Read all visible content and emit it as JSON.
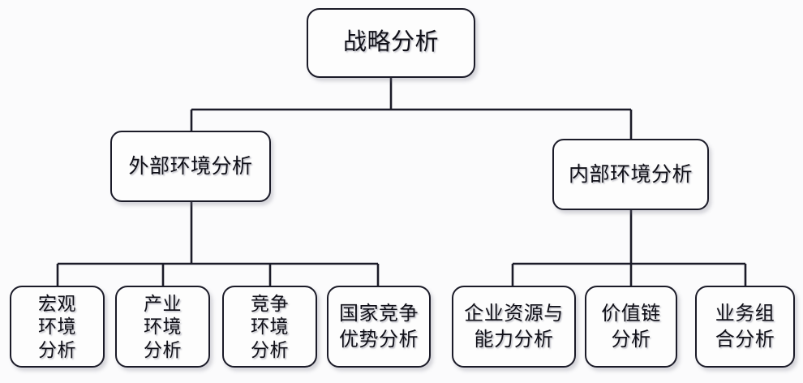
{
  "diagram": {
    "type": "tree-hierarchy",
    "title": "战略分析",
    "background_color": "#fbfbfc",
    "node_border_color": "#1b1b28",
    "node_fill_color": "#fdfdfd",
    "connector_color": "#1b1b28"
  },
  "nodes": {
    "root": {
      "label": "战略分析",
      "level": 0
    },
    "level1": [
      {
        "id": "external",
        "label": "外部环境分析",
        "level": 1
      },
      {
        "id": "internal",
        "label": "内部环境分析",
        "level": 1
      }
    ],
    "level2_left": [
      {
        "id": "macro",
        "label": "宏观\n环境\n分析",
        "level": 2
      },
      {
        "id": "industry",
        "label": "产业\n环境\n分析",
        "level": 2
      },
      {
        "id": "competitive",
        "label": "竞争\n环境\n分析",
        "level": 2
      },
      {
        "id": "national",
        "label": "国家竞争\n优势分析",
        "level": 2
      }
    ],
    "level2_right": [
      {
        "id": "resources",
        "label": "企业资源与\n能力分析",
        "level": 2
      },
      {
        "id": "valuechain",
        "label": "价值链\n分析",
        "level": 2
      },
      {
        "id": "portfolio",
        "label": "业务组\n合分析",
        "level": 2
      }
    ]
  }
}
